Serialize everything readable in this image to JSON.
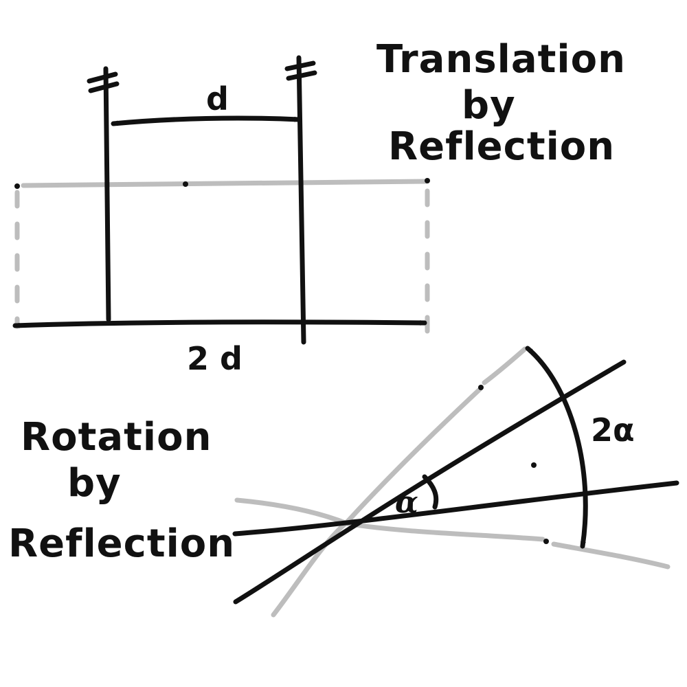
{
  "translation": {
    "title_lines": [
      "Translation",
      "by",
      "Reflection"
    ],
    "distance_label": "d",
    "double_distance_label": "2 d"
  },
  "rotation": {
    "title_lines": [
      "Rotation",
      "by",
      "Reflection"
    ],
    "angle_label": "α",
    "double_angle_label": "2α"
  },
  "colors": {
    "ink": "#111111",
    "ghost": "#bdbdbd",
    "background": "#ffffff"
  }
}
